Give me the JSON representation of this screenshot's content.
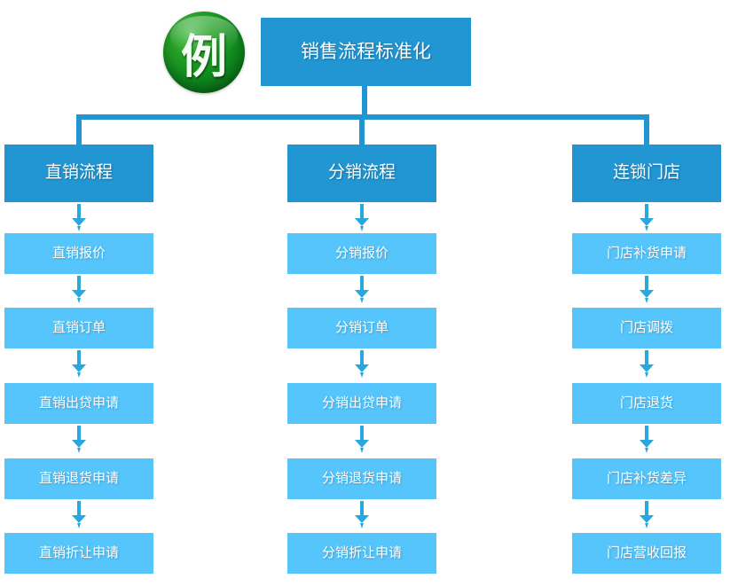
{
  "diagram": {
    "badge": {
      "icon_name": "example-badge-circle",
      "character": "例",
      "color": "#1a9a22"
    },
    "title": {
      "label": "销售流程标准化",
      "color": "#2196d3"
    },
    "colors": {
      "branch_box": "#2196d3",
      "step_box": "#55c5fb",
      "connector": "#2196d3",
      "arrow": "#29a8e0",
      "background": "#ffffff",
      "text": "#ffffff"
    },
    "branches": [
      {
        "label": "直销流程",
        "steps": [
          {
            "label": "直销报价"
          },
          {
            "label": "直销订单"
          },
          {
            "label": "直销出贷申请"
          },
          {
            "label": "直销退货申请"
          },
          {
            "label": "直销折让申请"
          }
        ]
      },
      {
        "label": "分销流程",
        "steps": [
          {
            "label": "分销报价"
          },
          {
            "label": "分销订单"
          },
          {
            "label": "分销出贷申请"
          },
          {
            "label": "分销退货申请"
          },
          {
            "label": "分销折让申请"
          }
        ]
      },
      {
        "label": "连锁门店",
        "steps": [
          {
            "label": "门店补货申请"
          },
          {
            "label": "门店调拨"
          },
          {
            "label": "门店退货"
          },
          {
            "label": "门店补货差异"
          },
          {
            "label": "门店营收回报"
          }
        ]
      }
    ]
  }
}
